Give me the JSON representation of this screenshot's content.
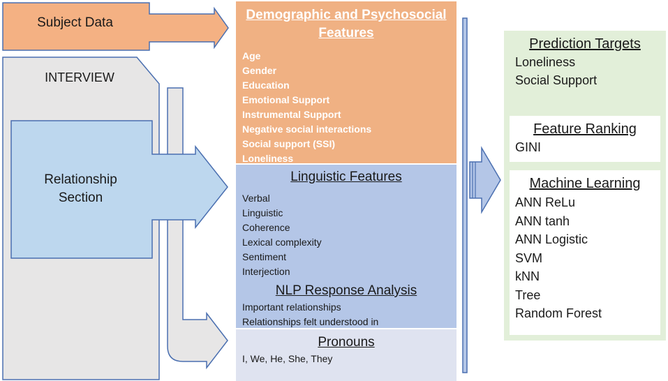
{
  "subject_data": {
    "label": "Subject Data"
  },
  "interview": {
    "label": "INTERVIEW"
  },
  "relationship_section": {
    "label_line1": "Relationship",
    "label_line2": "Section"
  },
  "demographic": {
    "title_line1": "Demographic  and Psychosocial",
    "title_line2": "Features",
    "items": [
      "Age",
      "Gender",
      "Education",
      "Emotional Support",
      "Instrumental Support",
      "Negative social interactions",
      "Social support (SSI)",
      "Loneliness"
    ]
  },
  "linguistic": {
    "title": "Linguistic  Features",
    "items": [
      "Verbal",
      "Linguistic",
      "Coherence",
      "Lexical complexity",
      "Sentiment",
      "Interjection"
    ]
  },
  "nlp": {
    "title": "NLP Response Analysis",
    "items": [
      "Important relationships",
      "Relationships felt understood in"
    ]
  },
  "pronouns": {
    "title": "Pronouns",
    "text": "I, We, He, She, They"
  },
  "prediction_targets": {
    "title": "Prediction Targets",
    "items": [
      "Loneliness",
      "Social Support"
    ]
  },
  "feature_ranking": {
    "title": "Feature Ranking",
    "items": [
      "GINI"
    ]
  },
  "machine_learning": {
    "title": "Machine Learning",
    "items": [
      "ANN ReLu",
      "ANN tanh",
      "ANN Logistic",
      "SVM",
      "kNN",
      "Tree",
      "Random Forest"
    ]
  },
  "colors": {
    "demographic": "#f0b183",
    "linguistic": "#b4c6e7",
    "pronouns": "#dfe3f0",
    "panel": "#e2efd9",
    "interview": "#e7e6e6",
    "relationship": "#bdd7ee",
    "outline": "#4a6fb0"
  }
}
